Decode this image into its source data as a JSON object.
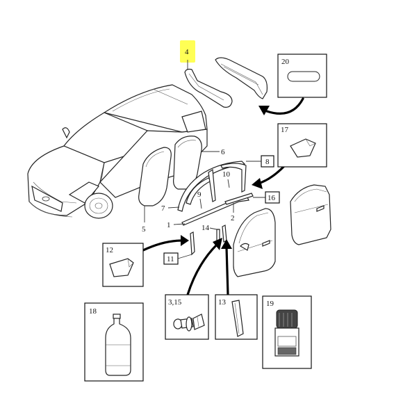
{
  "highlight_color": "#ffff55",
  "callouts": {
    "c4": "4",
    "c6": "6",
    "c5": "5",
    "c7": "7",
    "c9": "9",
    "c10": "10",
    "c1": "1",
    "c2": "2",
    "c14": "14",
    "c8": "8",
    "c16": "16",
    "c11": "11"
  },
  "inset_boxes": {
    "b20": "20",
    "b17": "17",
    "b12": "12",
    "b18": "18",
    "b315": "3,15",
    "b13": "13",
    "b19": "19"
  }
}
